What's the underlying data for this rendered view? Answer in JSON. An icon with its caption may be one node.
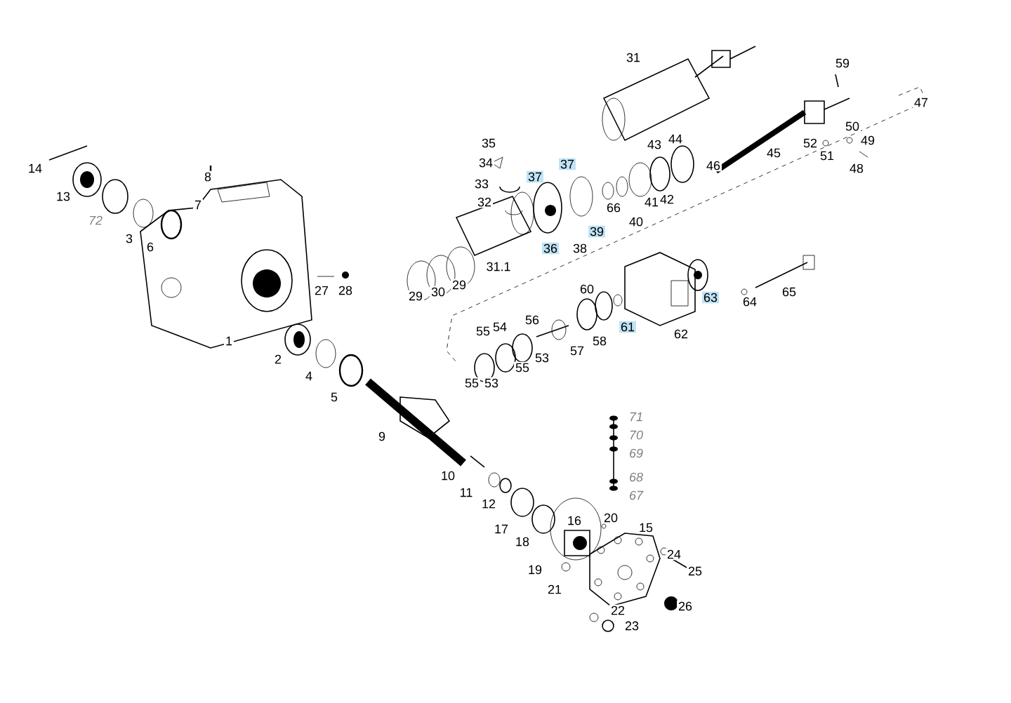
{
  "diagram": {
    "labels": [
      "31",
      "59",
      "47",
      "50",
      "35",
      "44",
      "43",
      "52",
      "49",
      "45",
      "51",
      "34",
      "37",
      "46",
      "48",
      "33",
      "37",
      "32",
      "41",
      "42",
      "66",
      "40",
      "39",
      "36",
      "38",
      "31.1",
      "29",
      "30",
      "29",
      "60",
      "63",
      "64",
      "65",
      "55",
      "54",
      "56",
      "61",
      "62",
      "58",
      "55",
      "53",
      "57",
      "55",
      "53",
      "14",
      "8",
      "13",
      "7",
      "72",
      "3",
      "6",
      "27",
      "28",
      "1",
      "2",
      "4",
      "5",
      "9",
      "71",
      "70",
      "69",
      "10",
      "68",
      "11",
      "67",
      "12",
      "17",
      "16",
      "20",
      "15",
      "18",
      "24",
      "19",
      "25",
      "21",
      "22",
      "26",
      "23"
    ]
  }
}
